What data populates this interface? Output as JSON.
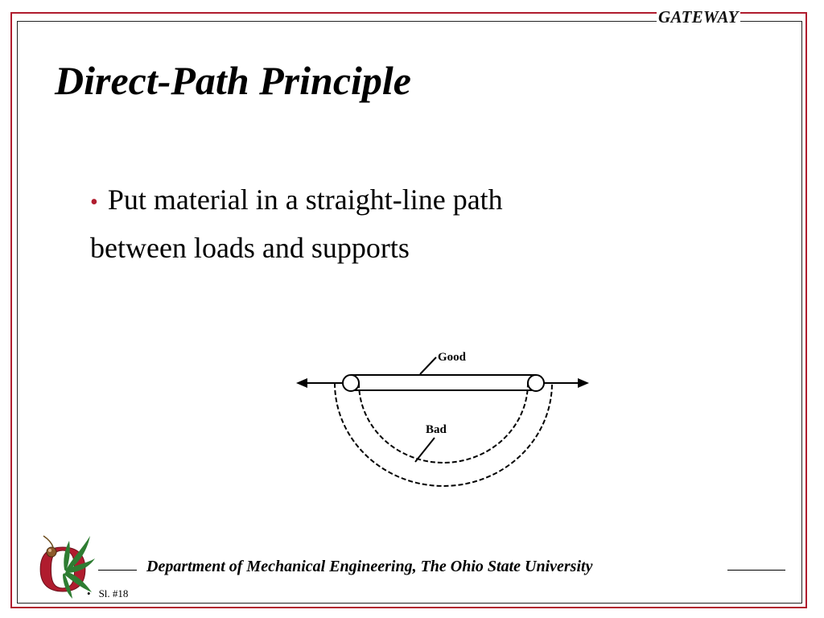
{
  "header": {
    "brand": "GATEWAY"
  },
  "slide": {
    "title": "Direct-Path Principle",
    "bullets": [
      {
        "marker": "•",
        "line1": "Put material in a straight-line path",
        "line2": "between loads and supports"
      }
    ]
  },
  "diagram": {
    "labels": {
      "good": "Good",
      "bad": "Bad"
    }
  },
  "footer": {
    "department": "Department of Mechanical Engineering, The Ohio State University",
    "slide_number": "Sl. #18",
    "slide_number_marker": "•"
  },
  "logo": {
    "letter": "O"
  },
  "colors": {
    "accent_red": "#b01c2e",
    "leaf_green": "#2e7d32"
  }
}
